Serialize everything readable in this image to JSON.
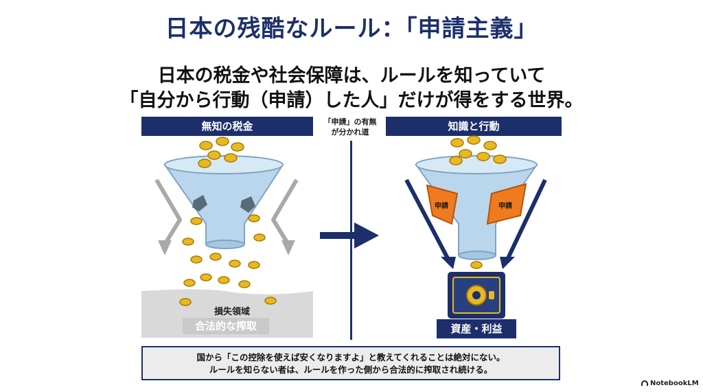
{
  "title": "日本の残酷なルール：「申請主義」",
  "subtitle": {
    "line1": "日本の税金や社会保障は、ルールを知っていて",
    "line2": "「自分から行動（申請）した人」だけが得をする世界。"
  },
  "left_panel": {
    "banner": "無知の税金",
    "loss_label": "損失領域",
    "exploit_label": "合法的な搾取"
  },
  "divider": {
    "line1": "「申請」の有無",
    "line2": "が分かれ道"
  },
  "right_panel": {
    "banner": "知識と行動",
    "tag_left": "申請",
    "tag_right": "申請",
    "result_label": "資産・利益"
  },
  "footer": {
    "line1": "国から「この控除を使えば安くなりますよ」と教えてくれることは絶対にない。",
    "line2": "ルールを知らない者は、ルールを作った側から合法的に搾取され続ける。"
  },
  "branding": "NotebookLM",
  "colors": {
    "navy": "#1c2f6b",
    "orange": "#f07a1e",
    "gold": "#e8b923",
    "funnel": "#b9d6ec",
    "gray": "#a9a9a9"
  }
}
